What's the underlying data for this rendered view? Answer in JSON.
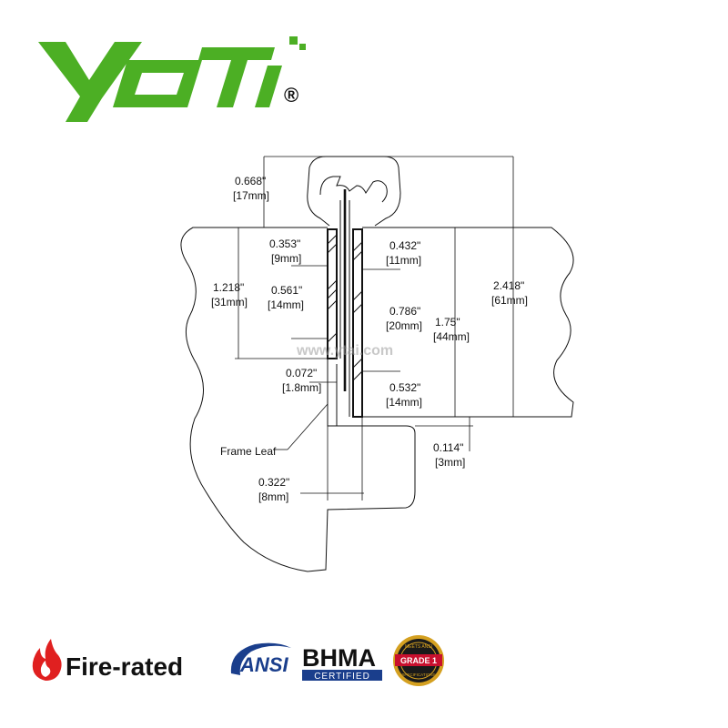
{
  "brand": {
    "name": "YOTI",
    "registered_mark": "®",
    "color": "#4caf24"
  },
  "diagram": {
    "dimensions": {
      "d0668_in": "0.668\"",
      "d0668_mm": "[17mm]",
      "d0353_in": "0.353\"",
      "d0353_mm": "[9mm]",
      "d1218_in": "1.218\"",
      "d1218_mm": "[31mm]",
      "d0561_in": "0.561\"",
      "d0561_mm": "[14mm]",
      "d0432_in": "0.432\"",
      "d0432_mm": "[11mm]",
      "d0786_in": "0.786\"",
      "d0786_mm": "[20mm]",
      "d175_in": "1.75\"",
      "d175_mm": "[44mm]",
      "d2418_in": "2.418\"",
      "d2418_mm": "[61mm]",
      "d0072_in": "0.072\"",
      "d0072_mm": "[1.8mm]",
      "d0532_in": "0.532\"",
      "d0532_mm": "[14mm]",
      "d0114_in": "0.114\"",
      "d0114_mm": "[3mm]",
      "d0322_in": "0.322\"",
      "d0322_mm": "[8mm]"
    },
    "frame_leaf_label": "Frame Leaf",
    "watermark": "www.ytai.com"
  },
  "footer": {
    "fire_rated": "Fire-rated",
    "fire_color": "#e02020",
    "ansi": "ANSI",
    "bhma": "BHMA",
    "certified": "CERTIFIED",
    "seal_text": "GRADE 1",
    "seal_small_top": "MEETS ANSI",
    "seal_small_bottom": "SPECIFICATIONS"
  }
}
